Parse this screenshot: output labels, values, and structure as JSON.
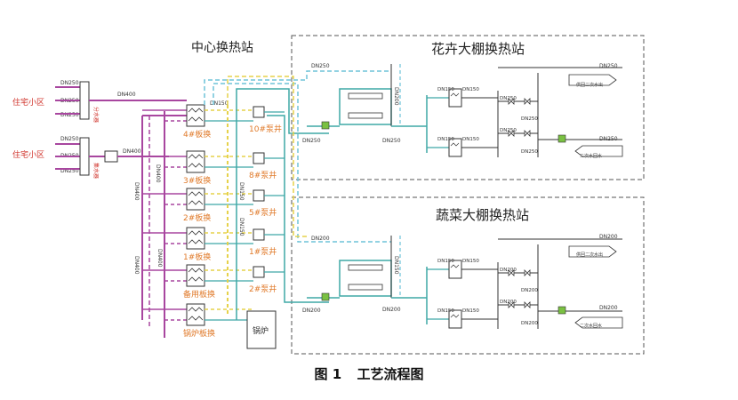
{
  "titles": {
    "center": "中心换热站",
    "flower": "花卉大棚换热站",
    "veg": "蔬菜大棚换热站"
  },
  "sources": [
    {
      "label": "住宅小区",
      "pipes": [
        "DN250",
        "DN250",
        "DN250"
      ]
    },
    {
      "label": "住宅小区",
      "pipes": [
        "DN250",
        "DN250",
        "DN250"
      ]
    }
  ],
  "left_pipe_labels": {
    "top_main": "DN400",
    "bottom_main": "DN400",
    "top_side": "分水器",
    "bottom_side": "集水器",
    "v1": "DN400",
    "v2": "DN400",
    "v3": "DN400",
    "v4": "DN400",
    "center_top": "DN150"
  },
  "exchangers": [
    {
      "label": "4#板换"
    },
    {
      "label": "3#板换"
    },
    {
      "label": "2#板换"
    },
    {
      "label": "1#板换"
    },
    {
      "label": "备用板换"
    },
    {
      "label": "锅炉板换"
    }
  ],
  "pumps": [
    {
      "label": "10#泵井"
    },
    {
      "label": "8#泵井"
    },
    {
      "label": "5#泵井"
    },
    {
      "label": "1#泵井"
    },
    {
      "label": "2#泵井"
    }
  ],
  "pump_dn": [
    "DN150",
    "DN150"
  ],
  "boiler": "锅炉",
  "flower": {
    "in_top": "DN250",
    "in_left": "DN250",
    "mid": "DN250",
    "v_dn": "DN200",
    "hx_dn": [
      "DN150",
      "DN150",
      "DN150",
      "DN150"
    ],
    "right_dn": [
      "DN250",
      "DN250",
      "DN250",
      "DN250"
    ],
    "out_top": "DN250",
    "out_bottom": "DN250",
    "box_supply": "供回二次水出",
    "box_return": "二次水回水"
  },
  "veg": {
    "in_top": "DN200",
    "in_left": "DN200",
    "mid": "DN200",
    "v_dn": "DN150",
    "hx_dn": [
      "DN150",
      "DN150",
      "DN150",
      "DN150"
    ],
    "right_dn": [
      "DN200",
      "DN200",
      "DN200",
      "DN200"
    ],
    "out_top": "DN200",
    "out_bottom": "DN200",
    "box_supply": "供回二次水出",
    "box_return": "二次水回水"
  },
  "caption": {
    "figure": "图 1",
    "text": "工艺流程图"
  },
  "colors": {
    "purple": "#a8469f",
    "teal": "#3fa8a6",
    "yellow": "#e6d24a",
    "cyan_dash": "#6ec3d9",
    "dark": "#333333",
    "green": "#7ac142",
    "red_label": "#d0342c",
    "orange_label": "#e07a2a"
  }
}
